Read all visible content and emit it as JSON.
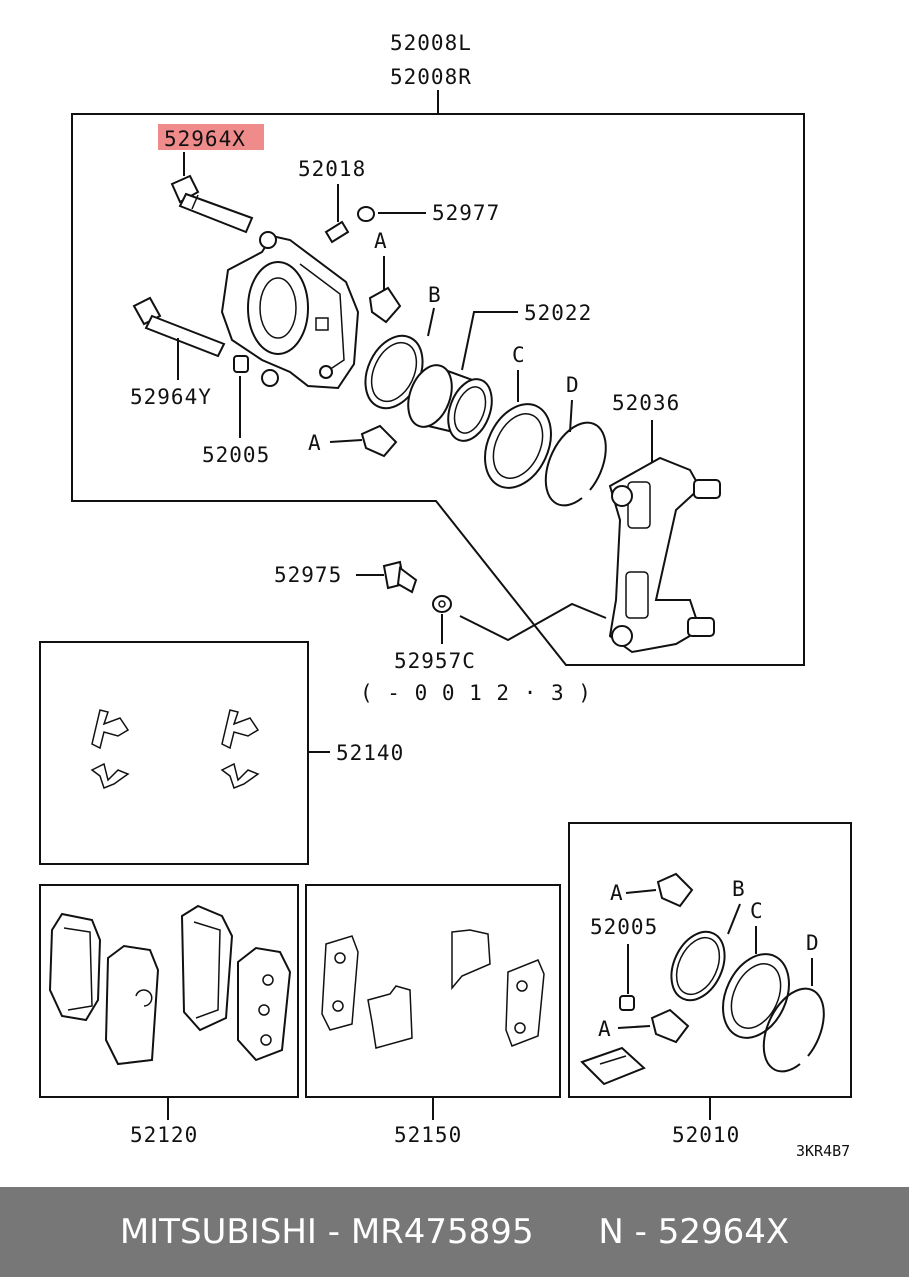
{
  "colors": {
    "highlight": "#f08b8b",
    "footer_bg": "#777777",
    "footer_text": "#ffffff"
  },
  "labels": {
    "assy_l": "52008L",
    "assy_r": "52008R",
    "guide_pin_x": "52964X",
    "bleeder": "52018",
    "bleeder_cap": "52977",
    "guide_pin_y": "52964Y",
    "bushing": "52005",
    "piston": "52022",
    "support": "52036",
    "bolt": "52975",
    "washer": "52957C",
    "washer_note": "( - 0 0 1 2 · 3 )",
    "clip_kit": "52140",
    "pad_set": "52120",
    "shim_kit": "52150",
    "seal_kit": "52010",
    "seal_kit_bushing": "52005",
    "ref_code": "3KR4B7"
  },
  "callouts": {
    "a1": "A",
    "a2": "A",
    "a3": "A",
    "a4": "A",
    "b1": "B",
    "b2": "B",
    "c1": "C",
    "c2": "C",
    "d1": "D",
    "d2": "D"
  },
  "footer": {
    "text": "MITSUBISHI - MR475895      N - 52964X"
  }
}
